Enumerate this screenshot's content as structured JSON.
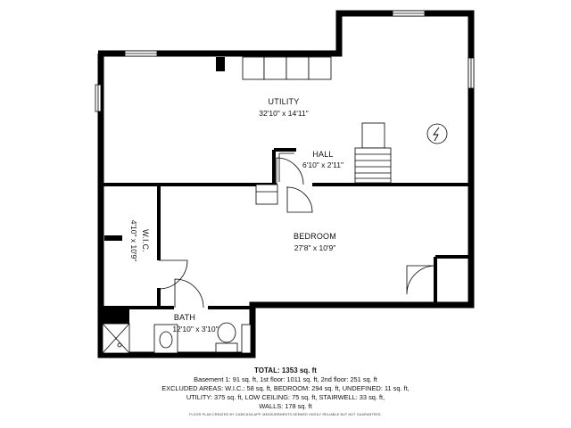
{
  "rooms": {
    "utility": {
      "name": "UTILITY",
      "dims": "32'10\" x 14'11\""
    },
    "hall": {
      "name": "HALL",
      "dims": "6'10\" x 2'11\""
    },
    "bedroom": {
      "name": "BEDROOM",
      "dims": "27'8\" x 10'9\""
    },
    "wic": {
      "name": "W.I.C.",
      "dims": "4'10\" x 10'9\""
    },
    "bath": {
      "name": "BATH",
      "dims": "12'10\" x 3'10\""
    }
  },
  "summary": {
    "total": "TOTAL: 1353 sq. ft",
    "lines": [
      "Basement 1: 91 sq. ft, 1st floor: 1011 sq. ft, 2nd floor: 251 sq. ft",
      "EXCLUDED AREAS: W.I.C.: 58 sq. ft, BEDROOM: 294 sq. ft, UNDEFINED: 11 sq. ft,",
      "UTILITY: 375 sq. ft, LOW CEILING: 75 sq. ft, STAIRWELL: 33 sq. ft,",
      "WALLS: 178 sq. ft"
    ],
    "disclaimer": "FLOOR PLAN CREATED BY CUBICASA APP. MEASUREMENTS DEEMED HIGHLY RELIABLE BUT NOT GUARANTEED."
  }
}
